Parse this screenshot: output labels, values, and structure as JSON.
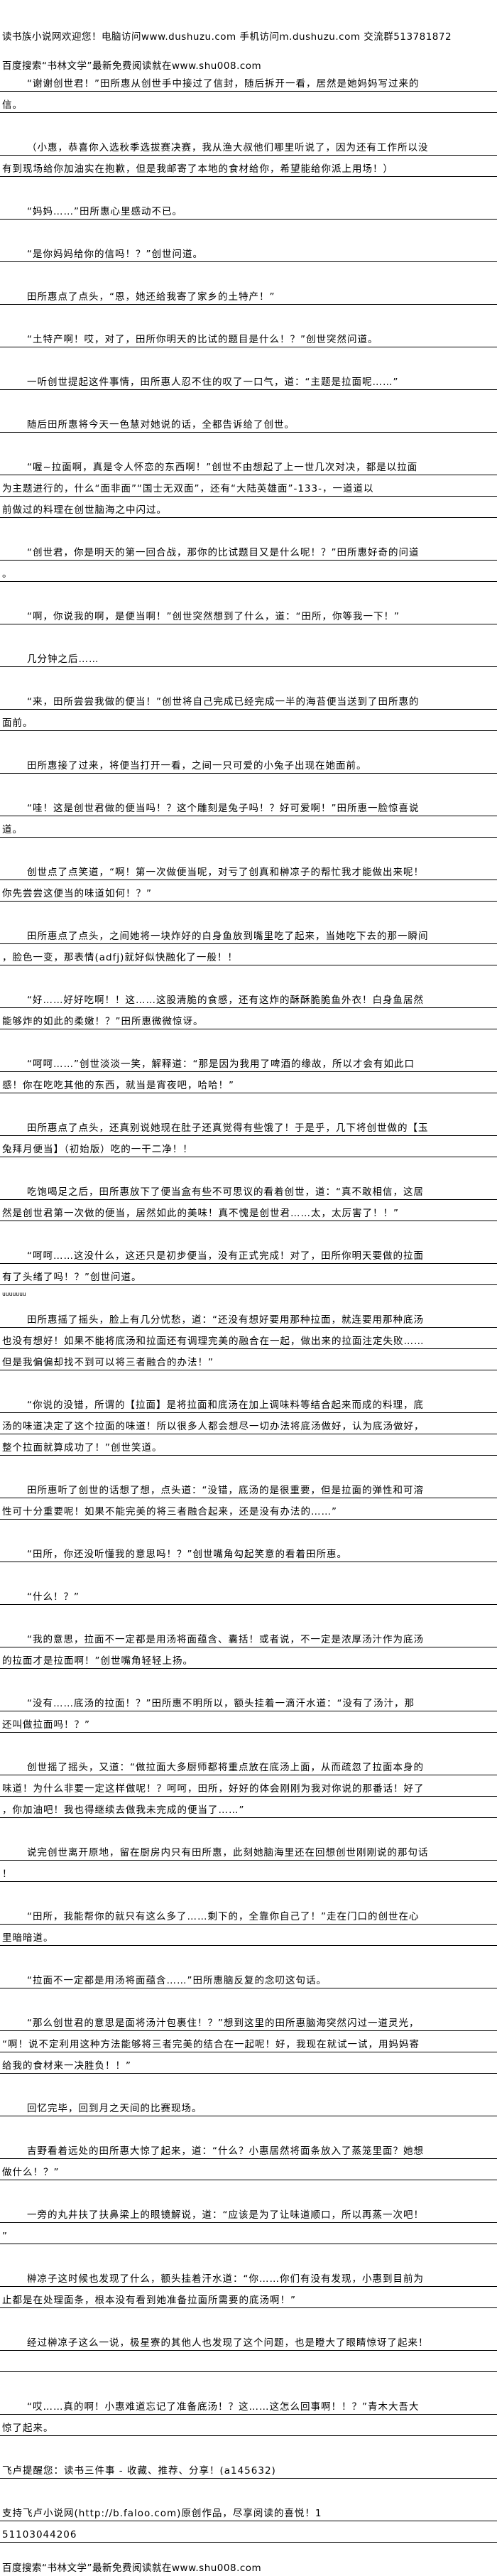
{
  "header": {
    "line1": "读书族小说网欢迎您！电脑访问www.dushuzu.com 手机访问m.dushuzu.com 交流群513781872",
    "line2": "百度搜索“书林文学”最新免费阅读就在www.shu008.com"
  },
  "paragraphs": [
    {
      "indent": true,
      "lines": [
        "“谢谢创世君！”田所惠从创世手中接过了信封，随后拆开一看，居然是她妈妈写过来的",
        "信。"
      ]
    },
    {
      "indent": true,
      "lines": [
        "（小惠，恭喜你入选秋季选拔赛决赛，我从渔大叔他们哪里听说了，因为还有工作所以没",
        "有到现场给你加油实在抱歉，但是我邮寄了本地的食材给你，希望能给你派上用场！）"
      ]
    },
    {
      "indent": true,
      "lines": [
        "“妈妈……”田所惠心里感动不已。"
      ]
    },
    {
      "indent": true,
      "lines": [
        "“是你妈妈给你的信吗！？”创世问道。"
      ]
    },
    {
      "indent": true,
      "lines": [
        "田所惠点了点头，“恩，她还给我寄了家乡的土特产！”"
      ]
    },
    {
      "indent": true,
      "lines": [
        "“土特产啊！哎，对了，田所你明天的比试的题目是什么！？”创世突然问道。"
      ]
    },
    {
      "indent": true,
      "lines": [
        "一听创世提起这件事情，田所惠人忍不住的叹了一口气，道：“主题是拉面呢……”"
      ]
    },
    {
      "indent": true,
      "lines": [
        "随后田所惠将今天一色慧对她说的话，全都告诉给了创世。"
      ]
    },
    {
      "indent": true,
      "lines": [
        "“喔~拉面啊，真是令人怀恋的东西啊！”创世不由想起了上一世几次对决，都是以拉面",
        "为主题进行的，什么“面非面”“国士无双面”，还有“大陆英雄面”-133-，一道道以",
        "前做过的料理在创世脑海之中闪过。"
      ]
    },
    {
      "indent": true,
      "lines": [
        "“创世君，你是明天的第一回合战，那你的比试题目又是什么呢！？”田所惠好奇的问道",
        "。"
      ]
    },
    {
      "indent": true,
      "lines": [
        "“啊，你说我的啊，是便当啊！”创世突然想到了什么，道：“田所，你等我一下！”"
      ]
    },
    {
      "indent": true,
      "lines": [
        "几分钟之后……"
      ]
    },
    {
      "indent": true,
      "lines": [
        "“来，田所尝尝我做的便当！”创世将自己完成已经完成一半的海苔便当送到了田所惠的",
        "面前。"
      ]
    },
    {
      "indent": true,
      "lines": [
        "田所惠接了过来，将便当打开一看，之间一只可爱的小兔子出现在她面前。"
      ]
    },
    {
      "indent": true,
      "lines": [
        "“哇！这是创世君做的便当吗！？这个雕刻是兔子吗！？好可爱啊！”田所惠一脸惊喜说",
        "道。"
      ]
    },
    {
      "indent": true,
      "lines": [
        "创世点了点笑道，“啊！第一次做便当呢，对亏了创真和榊凉子的帮忙我才能做出来呢！",
        "你先尝尝这便当的味道如何！？”"
      ]
    },
    {
      "indent": true,
      "lines": [
        "田所惠点了点头，之间她将一块炸好的白身鱼放到嘴里吃了起来，当她吃下去的那一瞬间",
        "，脸色一变，那表情(adfj)就好似快融化了一般！！"
      ]
    },
    {
      "indent": true,
      "lines": [
        "“好……好好吃啊！！这……这股清脆的食感，还有这炸的酥酥脆脆鱼外衣！白身鱼居然",
        "能够炸的如此的柔嫩！？”田所惠微微惊讶。"
      ]
    },
    {
      "indent": true,
      "lines": [
        "“呵呵……”创世淡淡一笑，解释道：“那是因为我用了啤酒的缘故，所以才会有如此口",
        "感！你在吃吃其他的东西，就当是宵夜吧，哈哈！”"
      ]
    },
    {
      "indent": true,
      "lines": [
        "田所惠点了点头，还真别说她现在肚子还真觉得有些饿了！于是乎，几下将创世做的【玉",
        "兔拜月便当】（初始版）吃的一干二净！！"
      ]
    },
    {
      "indent": true,
      "lines": [
        "吃饱喝足之后，田所惠放下了便当盒有些不可思议的看着创世，道：“真不敢相信，这居",
        "然是创世君第一次做的便当，居然如此的美味！真不愧是创世君……太，太厉害了！！”"
      ]
    },
    {
      "indent": true,
      "lines": [
        "“呵呵……这没什么，这还只是初步便当，没有正式完成！对了，田所你明天要做的拉面",
        "有了头绪了吗！？”创世问道。"
      ]
    },
    {
      "indent": true,
      "stray": "uuuuuuu",
      "lines": [
        "田所惠摇了摇头，脸上有几分忧愁，道：“还没有想好要用那种拉面，就连要用那种底汤",
        "也没有想好！如果不能将底汤和拉面还有调理完美的融合在一起，做出来的拉面注定失败……",
        "但是我偏偏却找不到可以将三者融合的办法！”"
      ]
    },
    {
      "indent": true,
      "lines": [
        "“你说的没错，所谓的【拉面】是将拉面和底汤在加上调味料等结合起来而成的料理，底",
        "汤的味道决定了这个拉面的味道！所以很多人都会想尽一切办法将底汤做好，认为底汤做好，",
        "整个拉面就算成功了！”创世笑道。"
      ]
    },
    {
      "indent": true,
      "lines": [
        "田所惠听了创世的话想了想，点头道：“没错，底汤的是很重要，但是拉面的弹性和可溶",
        "性可十分重要呢！如果不能完美的将三者融合起来，还是没有办法的……”"
      ]
    },
    {
      "indent": true,
      "lines": [
        "“田所，你还没听懂我的意思吗！？”创世嘴角勾起笑意的看着田所惠。"
      ]
    },
    {
      "indent": true,
      "lines": [
        "“什么！？”"
      ]
    },
    {
      "indent": true,
      "lines": [
        "“我的意思，拉面不一定都是用汤将面蕴含、囊括！或者说，不一定是浓厚汤汁作为底汤",
        "的拉面才是拉面啊！”创世嘴角轻轻上扬。"
      ]
    },
    {
      "indent": true,
      "lines": [
        "“没有……底汤的拉面！？”田所惠不明所以，额头挂着一滴汗水道：“没有了汤汁，那",
        "还叫做拉面吗！？”"
      ]
    },
    {
      "indent": true,
      "lines": [
        "创世摇了摇头，又道：“做拉面大多厨师都将重点放在底汤上面，从而疏忽了拉面本身的",
        "味道！为什么非要一定这样做呢！？呵呵，田所，好好的体会刚刚为我对你说的那番话！好了",
        "，你加油吧！我也得继续去做我未完成的便当了……”"
      ]
    },
    {
      "indent": true,
      "lines": [
        "说完创世离开原地，留在厨房内只有田所惠，此刻她脑海里还在回想创世刚刚说的那句话",
        "！"
      ]
    },
    {
      "indent": true,
      "lines": [
        "“田所，我能帮你的就只有这么多了……剩下的，全靠你自己了！”走在门口的创世在心",
        "里暗暗道。"
      ]
    },
    {
      "indent": true,
      "lines": [
        "“拉面不一定都是用汤将面蕴含……”田所惠脑反复的念叨这句话。"
      ]
    },
    {
      "indent": true,
      "lines": [
        "“那么创世君的意思是面将汤汁包裹住！？”想到这里的田所惠脑海突然闪过一道灵光，",
        "“啊！说不定利用这种方法能够将三者完美的结合在一起呢！好，我现在就试一试，用妈妈寄",
        "给我的食材来一决胜负！！”"
      ]
    },
    {
      "indent": true,
      "lines": [
        "回忆完毕，回到月之天间的比赛现场。"
      ]
    },
    {
      "indent": true,
      "lines": [
        "吉野看着远处的田所惠大惊了起来，道：“什么？小惠居然将面条放入了蒸笼里面？她想",
        "做什么！？”"
      ]
    },
    {
      "indent": true,
      "lines": [
        "一旁的丸井扶了扶鼻梁上的眼镜解说，道：“应该是为了让味道顺口，所以再蒸一次吧！",
        "”"
      ]
    },
    {
      "indent": true,
      "lines": [
        "榊凉子这时候也发现了什么，额头挂着汗水道：“你……你们有没有发现，小惠到目前为",
        "止都是在处理面条，根本没有看到她准备拉面所需要的底汤啊！”"
      ]
    },
    {
      "indent": true,
      "lines": [
        "经过榊凉子这么一说，极星寮的其他人也发现了这个问题，也是瞪大了眼睛惊讶了起来！",
        ""
      ]
    },
    {
      "indent": true,
      "lines": [
        "“哎……真的啊！小惠难道忘记了准备底汤！？这……这怎么回事啊！！？”青木大吾大",
        "惊了起来。"
      ]
    },
    {
      "indent": false,
      "lines": [
        "飞卢提醒您：读书三件事 - 收藏、推荐、分享！(a145632)"
      ]
    },
    {
      "indent": false,
      "lines": [
        "支持飞卢小说网(http://b.faloo.com)原创作品，尽享阅读的喜悦！1",
        "51103044206"
      ]
    }
  ],
  "footer": {
    "line": "百度搜索“书林文学”最新免费阅读就在www.shu008.com"
  }
}
